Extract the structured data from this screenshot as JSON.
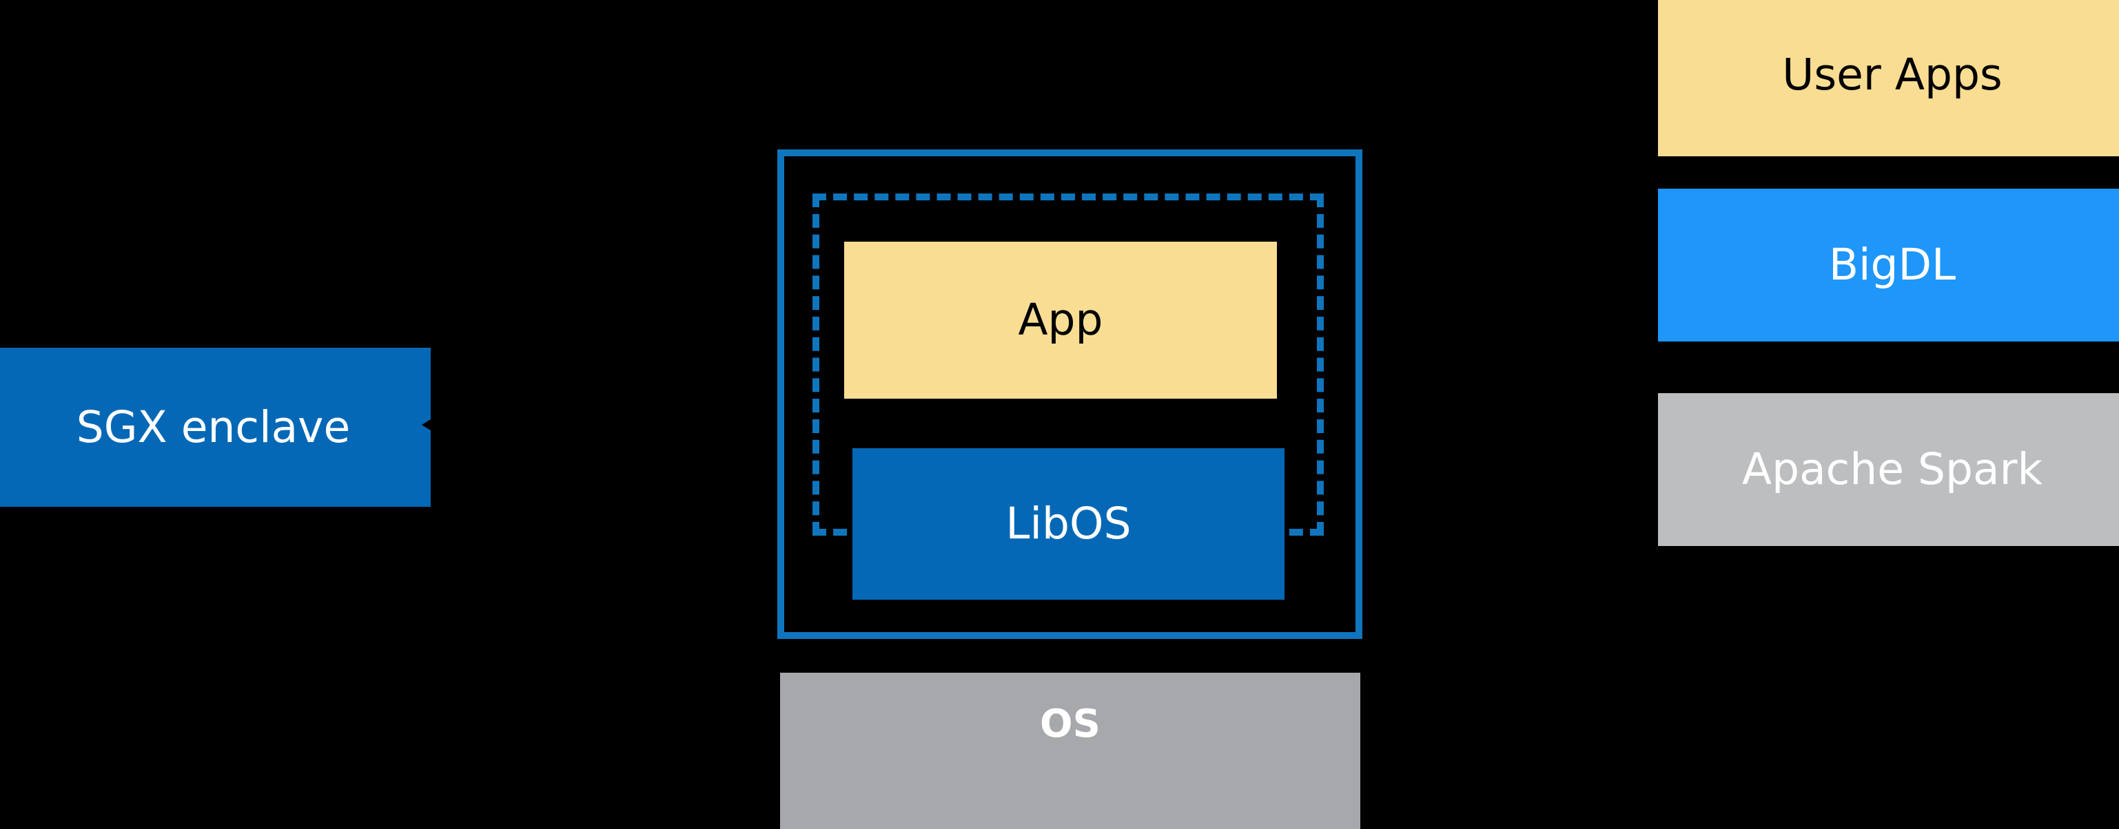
{
  "diagram": {
    "background_color": "#000000",
    "left": {
      "sgx_enclave": {
        "label": "SGX enclave",
        "fill": "#0568b6",
        "text_color": "#ffffff"
      }
    },
    "center": {
      "outer_frame": {
        "name": "enclave-boundary",
        "stroke": "#0f75bd",
        "style": "solid"
      },
      "inner_frame": {
        "name": "libos-boundary",
        "stroke": "#0f75bd",
        "style": "dashed"
      },
      "app": {
        "label": "App",
        "fill": "#f9dd93",
        "text_color": "#000000"
      },
      "libos": {
        "label": "LibOS",
        "fill": "#0568b6",
        "text_color": "#ffffff"
      },
      "os": {
        "label": "OS",
        "fill": "#a6a8ab",
        "text_color": "#ffffff"
      }
    },
    "right_stack": [
      {
        "label": "User Apps",
        "fill": "#f9dd93",
        "text_color": "#000000"
      },
      {
        "label": "BigDL",
        "fill": "#1e96fa",
        "text_color": "#ffffff"
      },
      {
        "label": "Apache Spark",
        "fill": "#bcbec0",
        "text_color": "#ffffff"
      }
    ],
    "connectors": [
      {
        "name": "app-to-sgx-enclave",
        "from": "App",
        "to": "SGX enclave",
        "color": "#000000"
      }
    ]
  }
}
